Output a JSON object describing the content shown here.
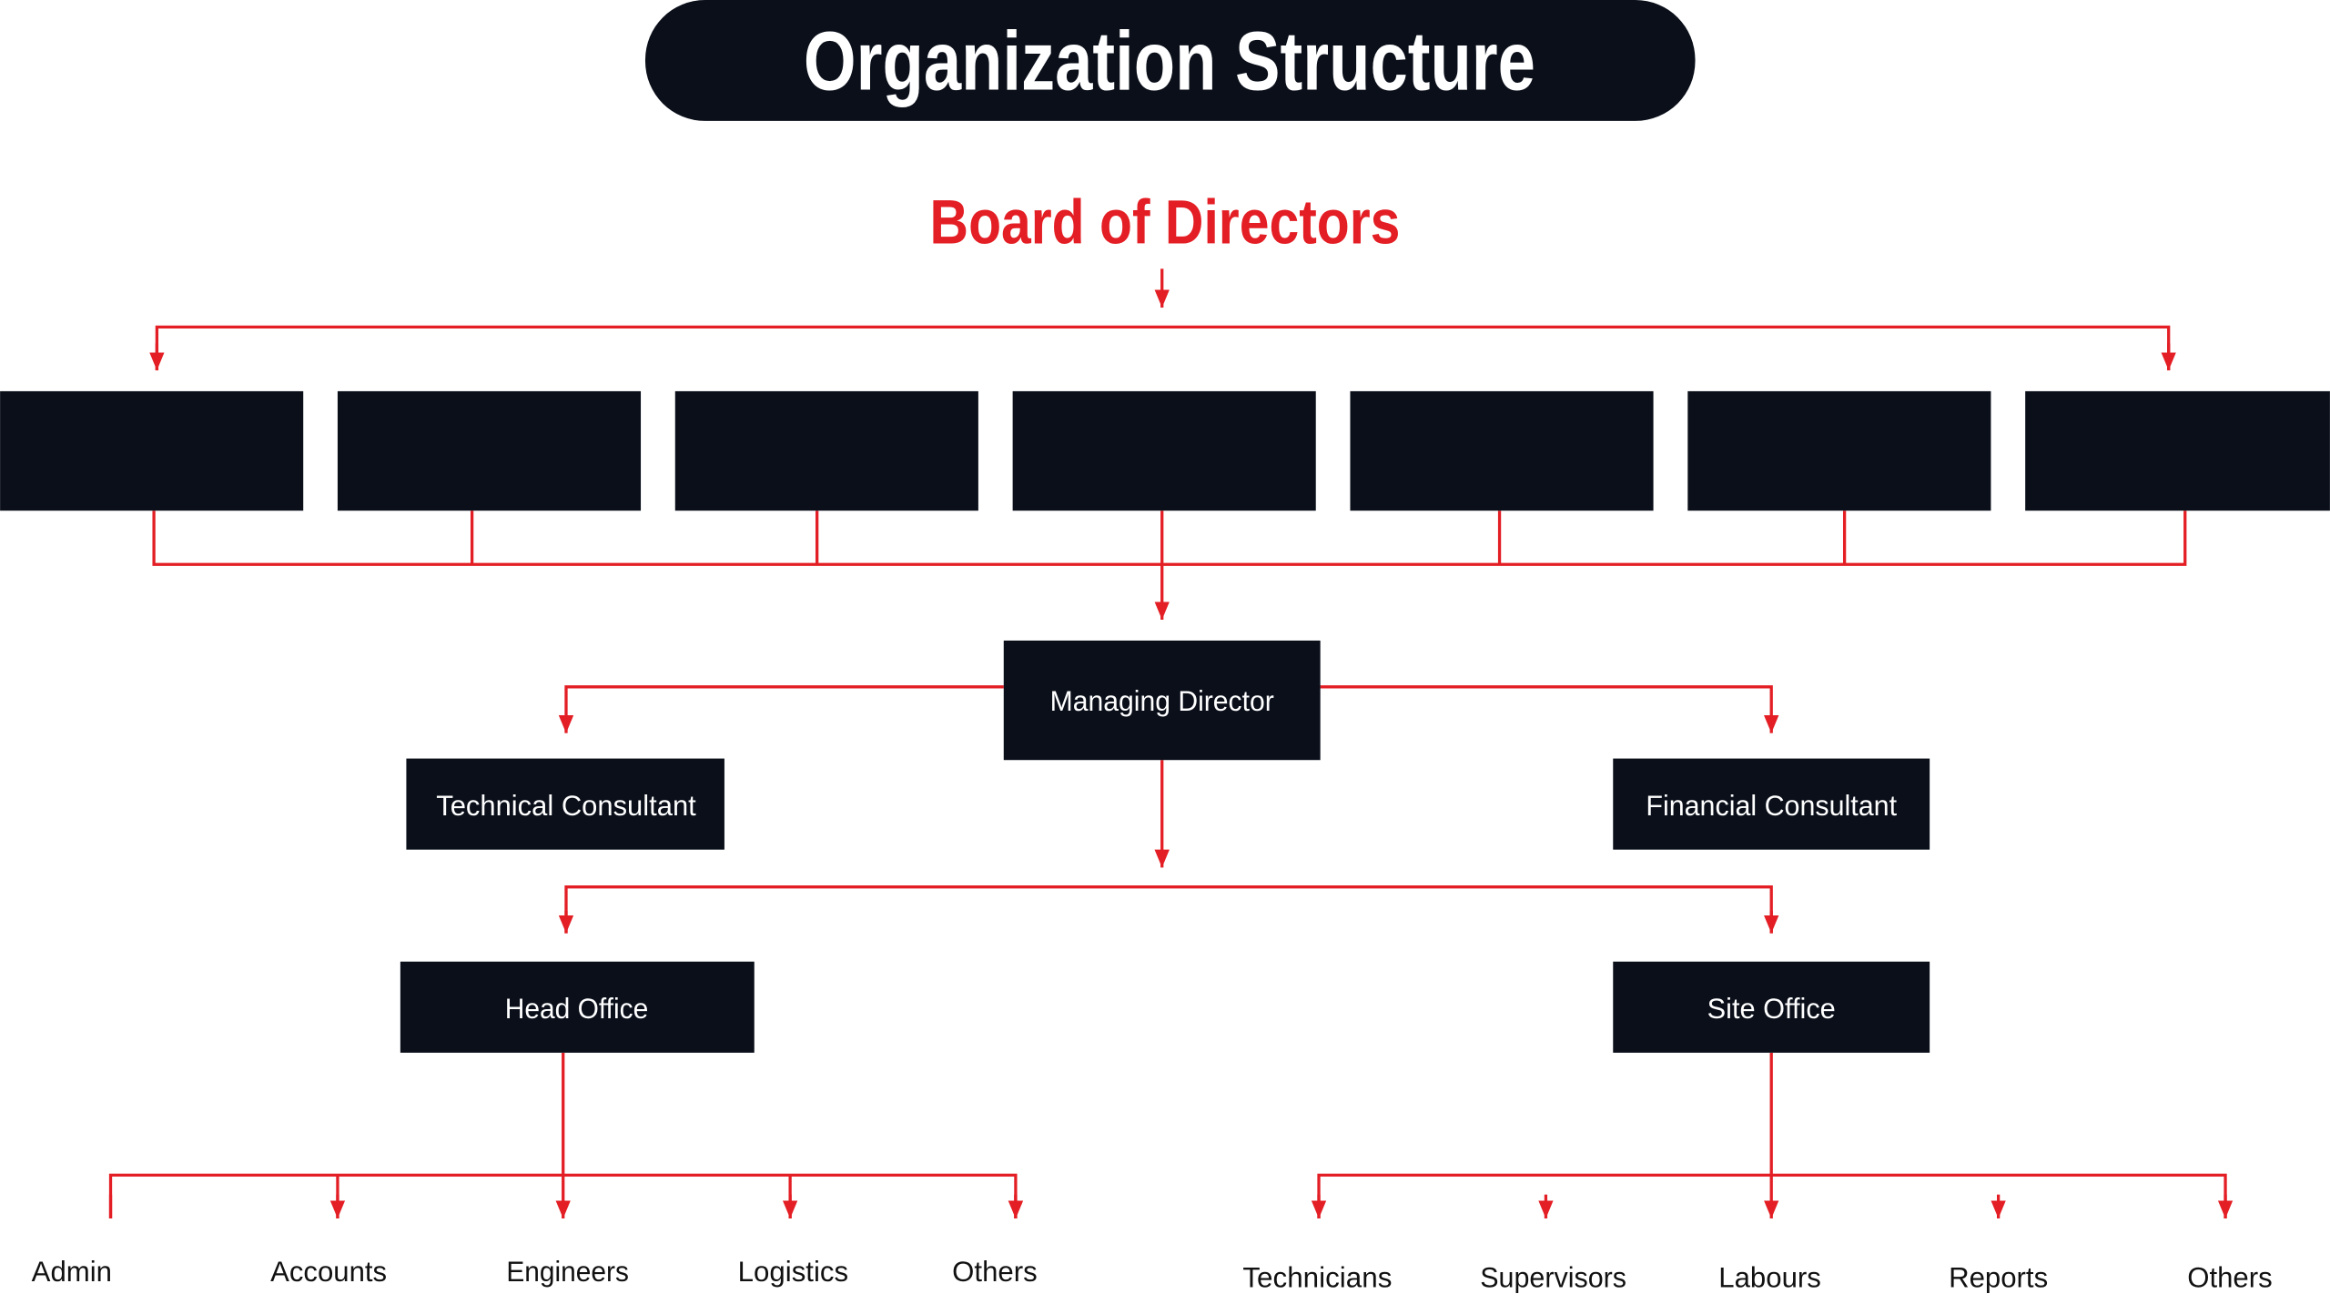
{
  "title": "Organization Structure",
  "board": "Board of Directors",
  "managing_director": "Managing Director",
  "technical_consultant": "Technical Consultant",
  "financial_consultant": "Financial Consultant",
  "head_office": {
    "label": "Head Office",
    "children": [
      "Admin",
      "Accounts",
      "Engineers",
      "Logistics",
      "Others"
    ]
  },
  "site_office": {
    "label": "Site Office",
    "children": [
      "Technicians",
      "Supervisors",
      "Labours",
      "Reports",
      "Others"
    ]
  },
  "colors": {
    "accent": "#e31e24",
    "box": "#0a0f1a"
  }
}
